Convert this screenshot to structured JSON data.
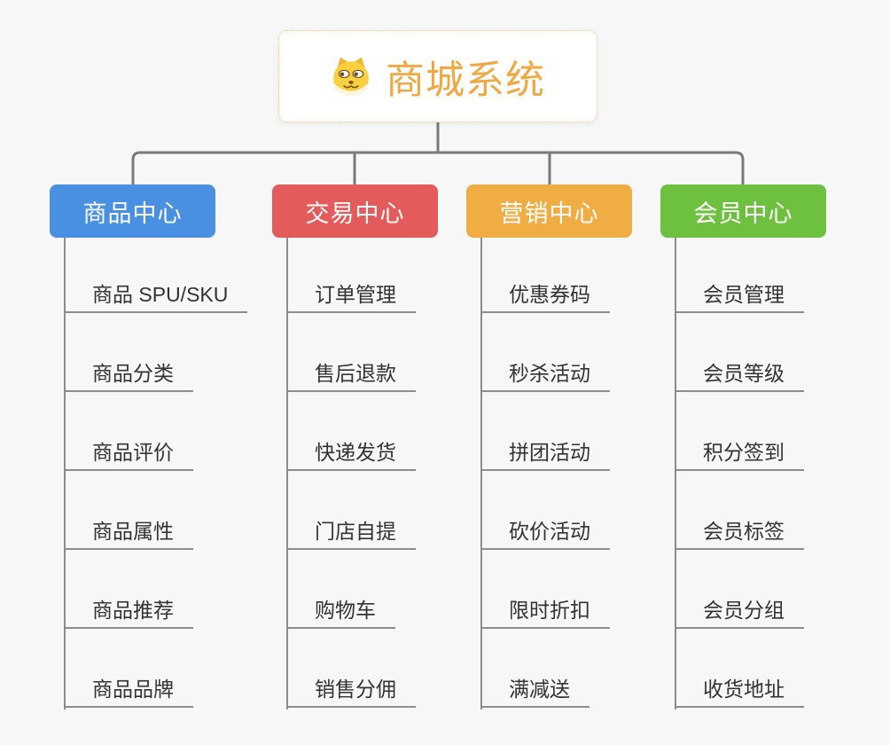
{
  "root": {
    "title": "商城系统",
    "icon": "dog-face-icon",
    "accent_color": "#f0a843",
    "border_color": "#f2bc6b"
  },
  "colors": {
    "background": "#f7f7f7",
    "connector": "#7a7a7a",
    "leaf_line": "#8c8c8c",
    "leaf_text": "#333333"
  },
  "branches": [
    {
      "label": "商品中心",
      "color": "#4a90e2",
      "children": [
        "商品 SPU/SKU",
        "商品分类",
        "商品评价",
        "商品属性",
        "商品推荐",
        "商品品牌"
      ]
    },
    {
      "label": "交易中心",
      "color": "#e45b5b",
      "children": [
        "订单管理",
        "售后退款",
        "快递发货",
        "门店自提",
        "购物车",
        "销售分佣"
      ]
    },
    {
      "label": "营销中心",
      "color": "#efad43",
      "children": [
        "优惠券码",
        "秒杀活动",
        "拼团活动",
        "砍价活动",
        "限时折扣",
        "满减送"
      ]
    },
    {
      "label": "会员中心",
      "color": "#6ec13e",
      "children": [
        "会员管理",
        "会员等级",
        "积分签到",
        "会员标签",
        "会员分组",
        "收货地址"
      ]
    }
  ]
}
